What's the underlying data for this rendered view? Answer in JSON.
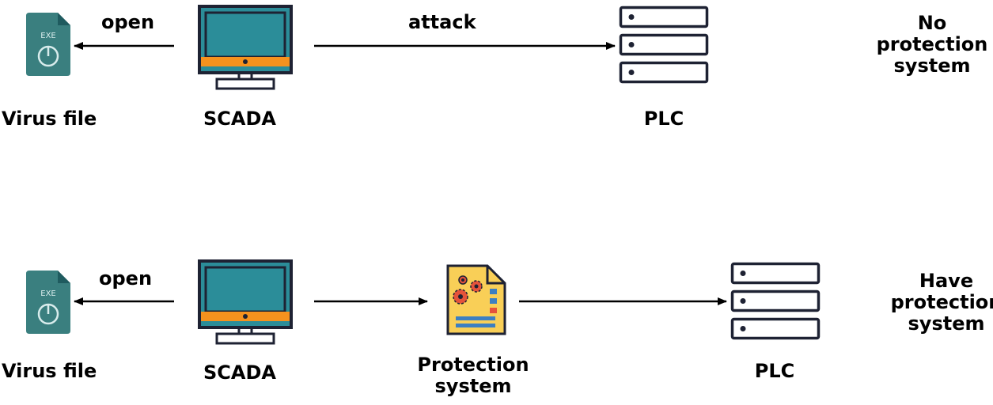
{
  "colors": {
    "stroke": "#1e2233",
    "screen": "#2b8d99",
    "screen_border": "#1e2233",
    "bezel": "#f5921e",
    "file_body": "#3a7f7f",
    "file_fold": "#1f5b5f",
    "protection_doc": "#f9cf57",
    "gear": "#e5533b",
    "doc_lines": "#3d7fc1"
  },
  "top_row": {
    "virus_label": "Virus file",
    "scada_label": "SCADA",
    "plc_label": "PLC",
    "open_label": "open",
    "attack_label": "attack",
    "status_label": "No\nprotection\nsystem",
    "exe_text": "EXE"
  },
  "bottom_row": {
    "virus_label": "Virus file",
    "scada_label": "SCADA",
    "protection_label": "Protection\nsystem",
    "plc_label": "PLC",
    "open_label": "open",
    "status_label": "Have\nprotection\nsystem",
    "exe_text": "EXE"
  }
}
